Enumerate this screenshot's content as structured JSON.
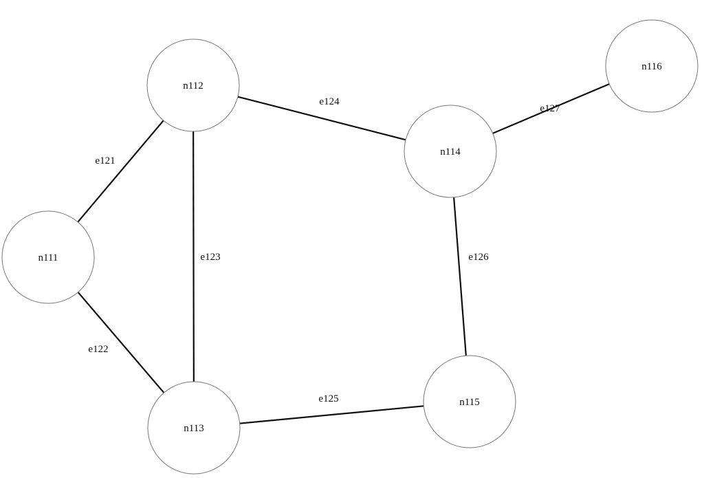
{
  "nodes": [
    {
      "id": "n111",
      "label": "n111"
    },
    {
      "id": "n112",
      "label": "n112"
    },
    {
      "id": "n113",
      "label": "n113"
    },
    {
      "id": "n114",
      "label": "n114"
    },
    {
      "id": "n115",
      "label": "n115"
    },
    {
      "id": "n116",
      "label": "n116"
    }
  ],
  "edges": [
    {
      "id": "e121",
      "label": "e121",
      "source": "n111",
      "target": "n112"
    },
    {
      "id": "e122",
      "label": "e122",
      "source": "n111",
      "target": "n113"
    },
    {
      "id": "e123",
      "label": "e123",
      "source": "n112",
      "target": "n113"
    },
    {
      "id": "e124",
      "label": "e124",
      "source": "n112",
      "target": "n114"
    },
    {
      "id": "e125",
      "label": "e125",
      "source": "n113",
      "target": "n115"
    },
    {
      "id": "e126",
      "label": "e126",
      "source": "n114",
      "target": "n115"
    },
    {
      "id": "e127",
      "label": "e127",
      "source": "n114",
      "target": "n116"
    }
  ]
}
